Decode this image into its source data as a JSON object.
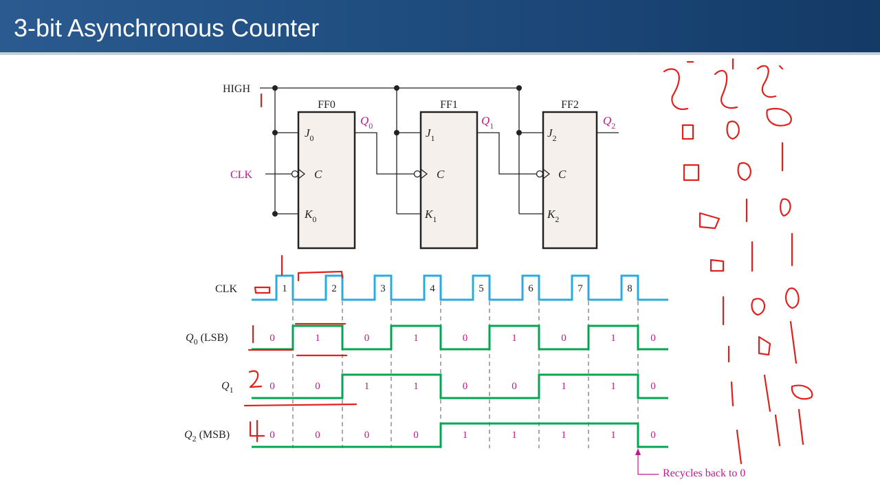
{
  "slide": {
    "title": "3-bit Asynchronous Counter"
  },
  "circuit": {
    "high_label": "HIGH",
    "clk_label": "CLK",
    "flip_flops": [
      {
        "name": "FF0",
        "j": "J",
        "k": "K",
        "c": "C",
        "q": "Q",
        "sub": "0"
      },
      {
        "name": "FF1",
        "j": "J",
        "k": "K",
        "c": "C",
        "q": "Q",
        "sub": "1"
      },
      {
        "name": "FF2",
        "j": "J",
        "k": "K",
        "c": "C",
        "q": "Q",
        "sub": "2"
      }
    ]
  },
  "timing": {
    "clk_label": "CLK",
    "clock_pulses": [
      "1",
      "2",
      "3",
      "4",
      "5",
      "6",
      "7",
      "8"
    ],
    "signals": [
      {
        "name": "Q",
        "sub": "0",
        "suffix": " (LSB)",
        "levels": [
          0,
          1,
          0,
          1,
          0,
          1,
          0,
          1,
          0
        ]
      },
      {
        "name": "Q",
        "sub": "1",
        "suffix": "",
        "levels": [
          0,
          0,
          1,
          1,
          0,
          0,
          1,
          1,
          0
        ]
      },
      {
        "name": "Q",
        "sub": "2",
        "suffix": " (MSB)",
        "levels": [
          0,
          0,
          0,
          0,
          1,
          1,
          1,
          1,
          0
        ]
      }
    ],
    "annotation": "Recycles back to 0"
  },
  "colors": {
    "title_bar": "#1f4d80",
    "clock_wave": "#29abe2",
    "q_wave": "#00a651",
    "magenta_text": "#c0188c",
    "ff_fill": "#f5f0eb",
    "ink_red": "#e0201c"
  }
}
